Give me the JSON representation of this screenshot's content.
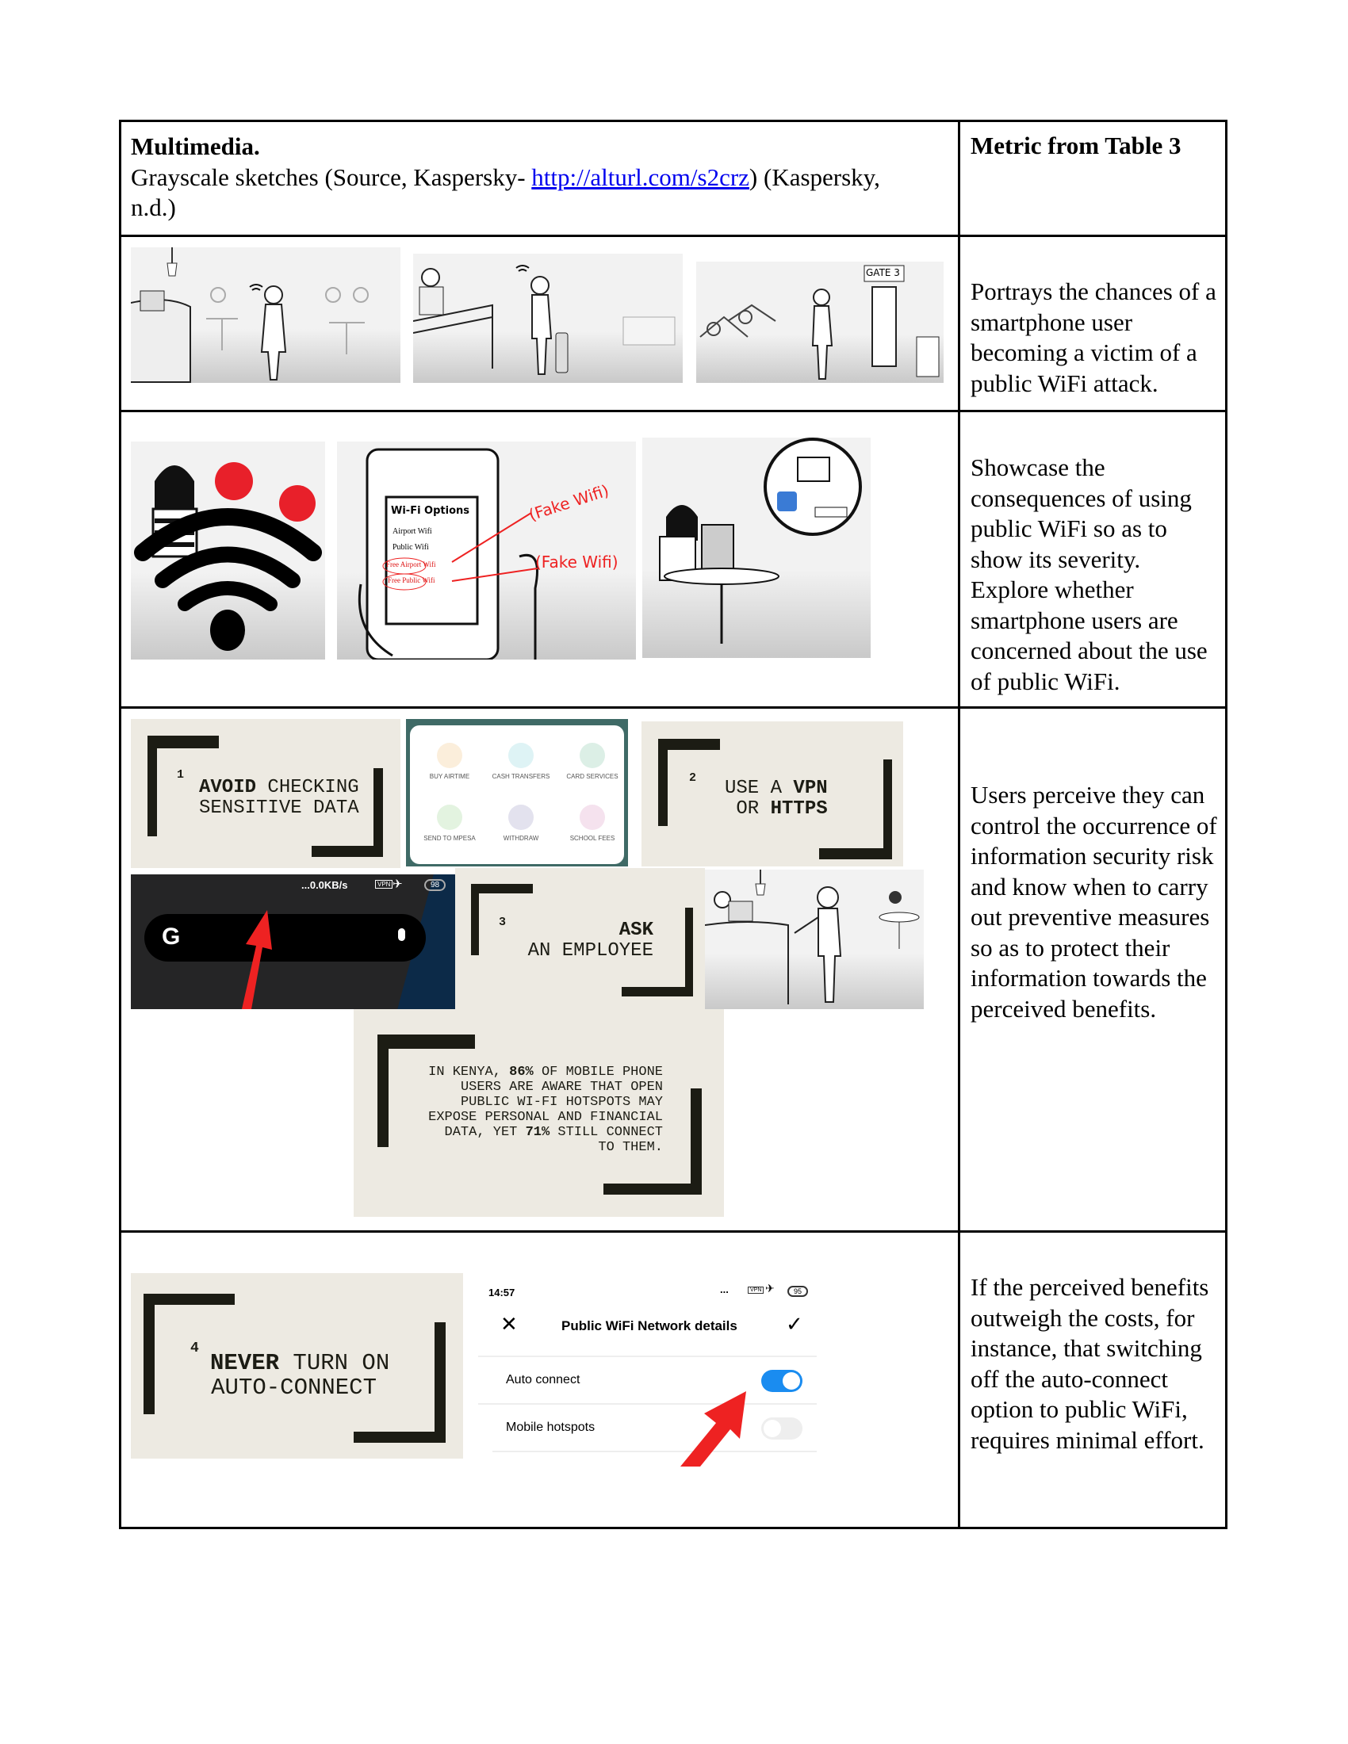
{
  "header": {
    "col1_title": "Multimedia.",
    "col1_desc_pre": "Grayscale sketches (Source, Kaspersky- ",
    "col1_link": "http://alturl.com/s2crz",
    "col1_desc_post": ") (Kaspersky,",
    "col1_desc_line2": "n.d.)",
    "col2_title": "Metric from Table 3"
  },
  "rows": [
    {
      "metric": "Portrays the chances of a smartphone user becoming a victim of a public WiFi attack.",
      "images": {
        "gate_sign": "GATE 3"
      }
    },
    {
      "metric": "Showcase the consequences of using public WiFi so as to show its severity. Explore whether smartphone  users are concerned about the use of public WiFi.",
      "images": {
        "wifi_options_title": "Wi-Fi Options",
        "wifi_list": [
          "Airport Wifi",
          "Public Wifi",
          "Free Airport Wifi",
          "Free Public Wifi"
        ],
        "fake_label": "(Fake Wifi)"
      }
    },
    {
      "metric": "Users perceive they can control the occurrence of information security risk and know when to carry out preventive measures so as to protect their information towards the perceived benefits.",
      "slides": {
        "s1_num": "1",
        "s1_bold": "AVOID",
        "s1_rest": " CHECKING",
        "s1_line2": "SENSITIVE DATA",
        "s2_num": "2",
        "s2_line1a": "USE A ",
        "s2_line1b": "VPN",
        "s2_line2a": "OR ",
        "s2_line2b": "HTTPS",
        "s3_num": "3",
        "s3_line1": "ASK",
        "s3_line2": "AN EMPLOYEE",
        "stats_l1a": "IN KENYA, ",
        "stats_l1b": "86%",
        "stats_l1c": " OF MOBILE PHONE",
        "stats_l2": "USERS ARE AWARE THAT OPEN",
        "stats_l3": "PUBLIC WI-FI HOTSPOTS MAY",
        "stats_l4": "EXPOSE PERSONAL AND FINANCIAL",
        "stats_l5a": "DATA, YET ",
        "stats_l5b": "71%",
        "stats_l5c": " STILL CONNECT",
        "stats_l6": "TO THEM."
      },
      "app_grid": [
        "BUY AIRTIME",
        "CASH TRANSFERS",
        "CARD SERVICES",
        "SEND TO MPESA",
        "WITHDRAW",
        "SCHOOL FEES"
      ],
      "status_bar": {
        "speed": "...0.0KB/s",
        "vpn": "VPN",
        "battery": "98"
      },
      "search_logo": "G"
    },
    {
      "metric": "If the perceived benefits outweigh the costs, for instance, that switching off the auto-connect option to public WiFi, requires minimal effort.",
      "slide4": {
        "num": "4",
        "line1a": "NEVER",
        "line1b": " TURN ON",
        "line2": "AUTO-CONNECT"
      },
      "phone": {
        "time": "14:57",
        "status": "...",
        "vpn": "VPN",
        "battery": "95",
        "title": "Public WiFi Network details",
        "settings": [
          {
            "label": "Auto connect",
            "on": true
          },
          {
            "label": "Mobile hotspots",
            "on": false
          }
        ]
      }
    }
  ],
  "colors": {
    "link": "#0000ee",
    "toggle_on": "#1a8cf0",
    "arrow": "#ee2222",
    "slide_bg": "#edeae2"
  }
}
